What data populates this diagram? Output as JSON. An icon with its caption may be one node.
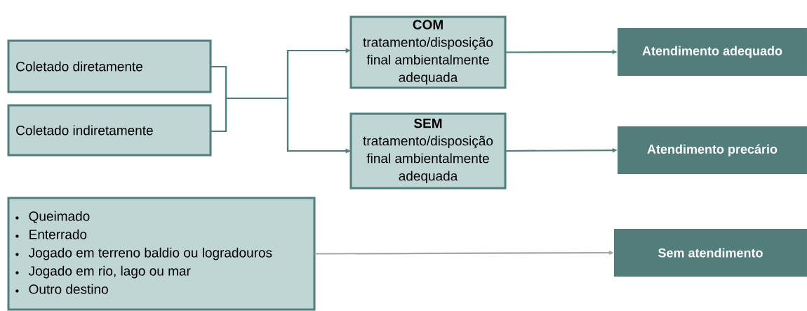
{
  "diagram": {
    "nodes": [
      {
        "text": [
          "Coletado diretamente"
        ]
      },
      {
        "text": [
          "Coletado indiretamente"
        ]
      },
      {
        "text": [
          "**COM** tratamento/disposição final ambientalmente adequada"
        ]
      },
      {
        "text": [
          "**SEM** tratamento/disposição final ambientalmente adequada"
        ]
      },
      {
        "text": [
          "Queimado",
          "Enterrado",
          "Jogado em terreno baldio ou logradouros",
          "Jogado em rio, lago ou mar",
          "Outro destino"
        ]
      },
      {
        "text": [
          "Atendimento adequado"
        ]
      },
      {
        "text": [
          "Atendimento precário"
        ]
      },
      {
        "text": [
          "Sem atendimento"
        ]
      }
    ],
    "edges": [
      {
        "from": 0,
        "to": 2,
        "arrow": "to"
      },
      {
        "from": 0,
        "to": 3,
        "arrow": "to"
      },
      {
        "from": 1,
        "to": 2,
        "arrow": "to"
      },
      {
        "from": 1,
        "to": 3,
        "arrow": "to"
      },
      {
        "from": 2,
        "to": 5,
        "arrow": "to"
      },
      {
        "from": 3,
        "to": 6,
        "arrow": "to"
      },
      {
        "from": 4,
        "to": 7,
        "arrow": "to",
        "color": "#a6a6a6"
      }
    ]
  }
}
